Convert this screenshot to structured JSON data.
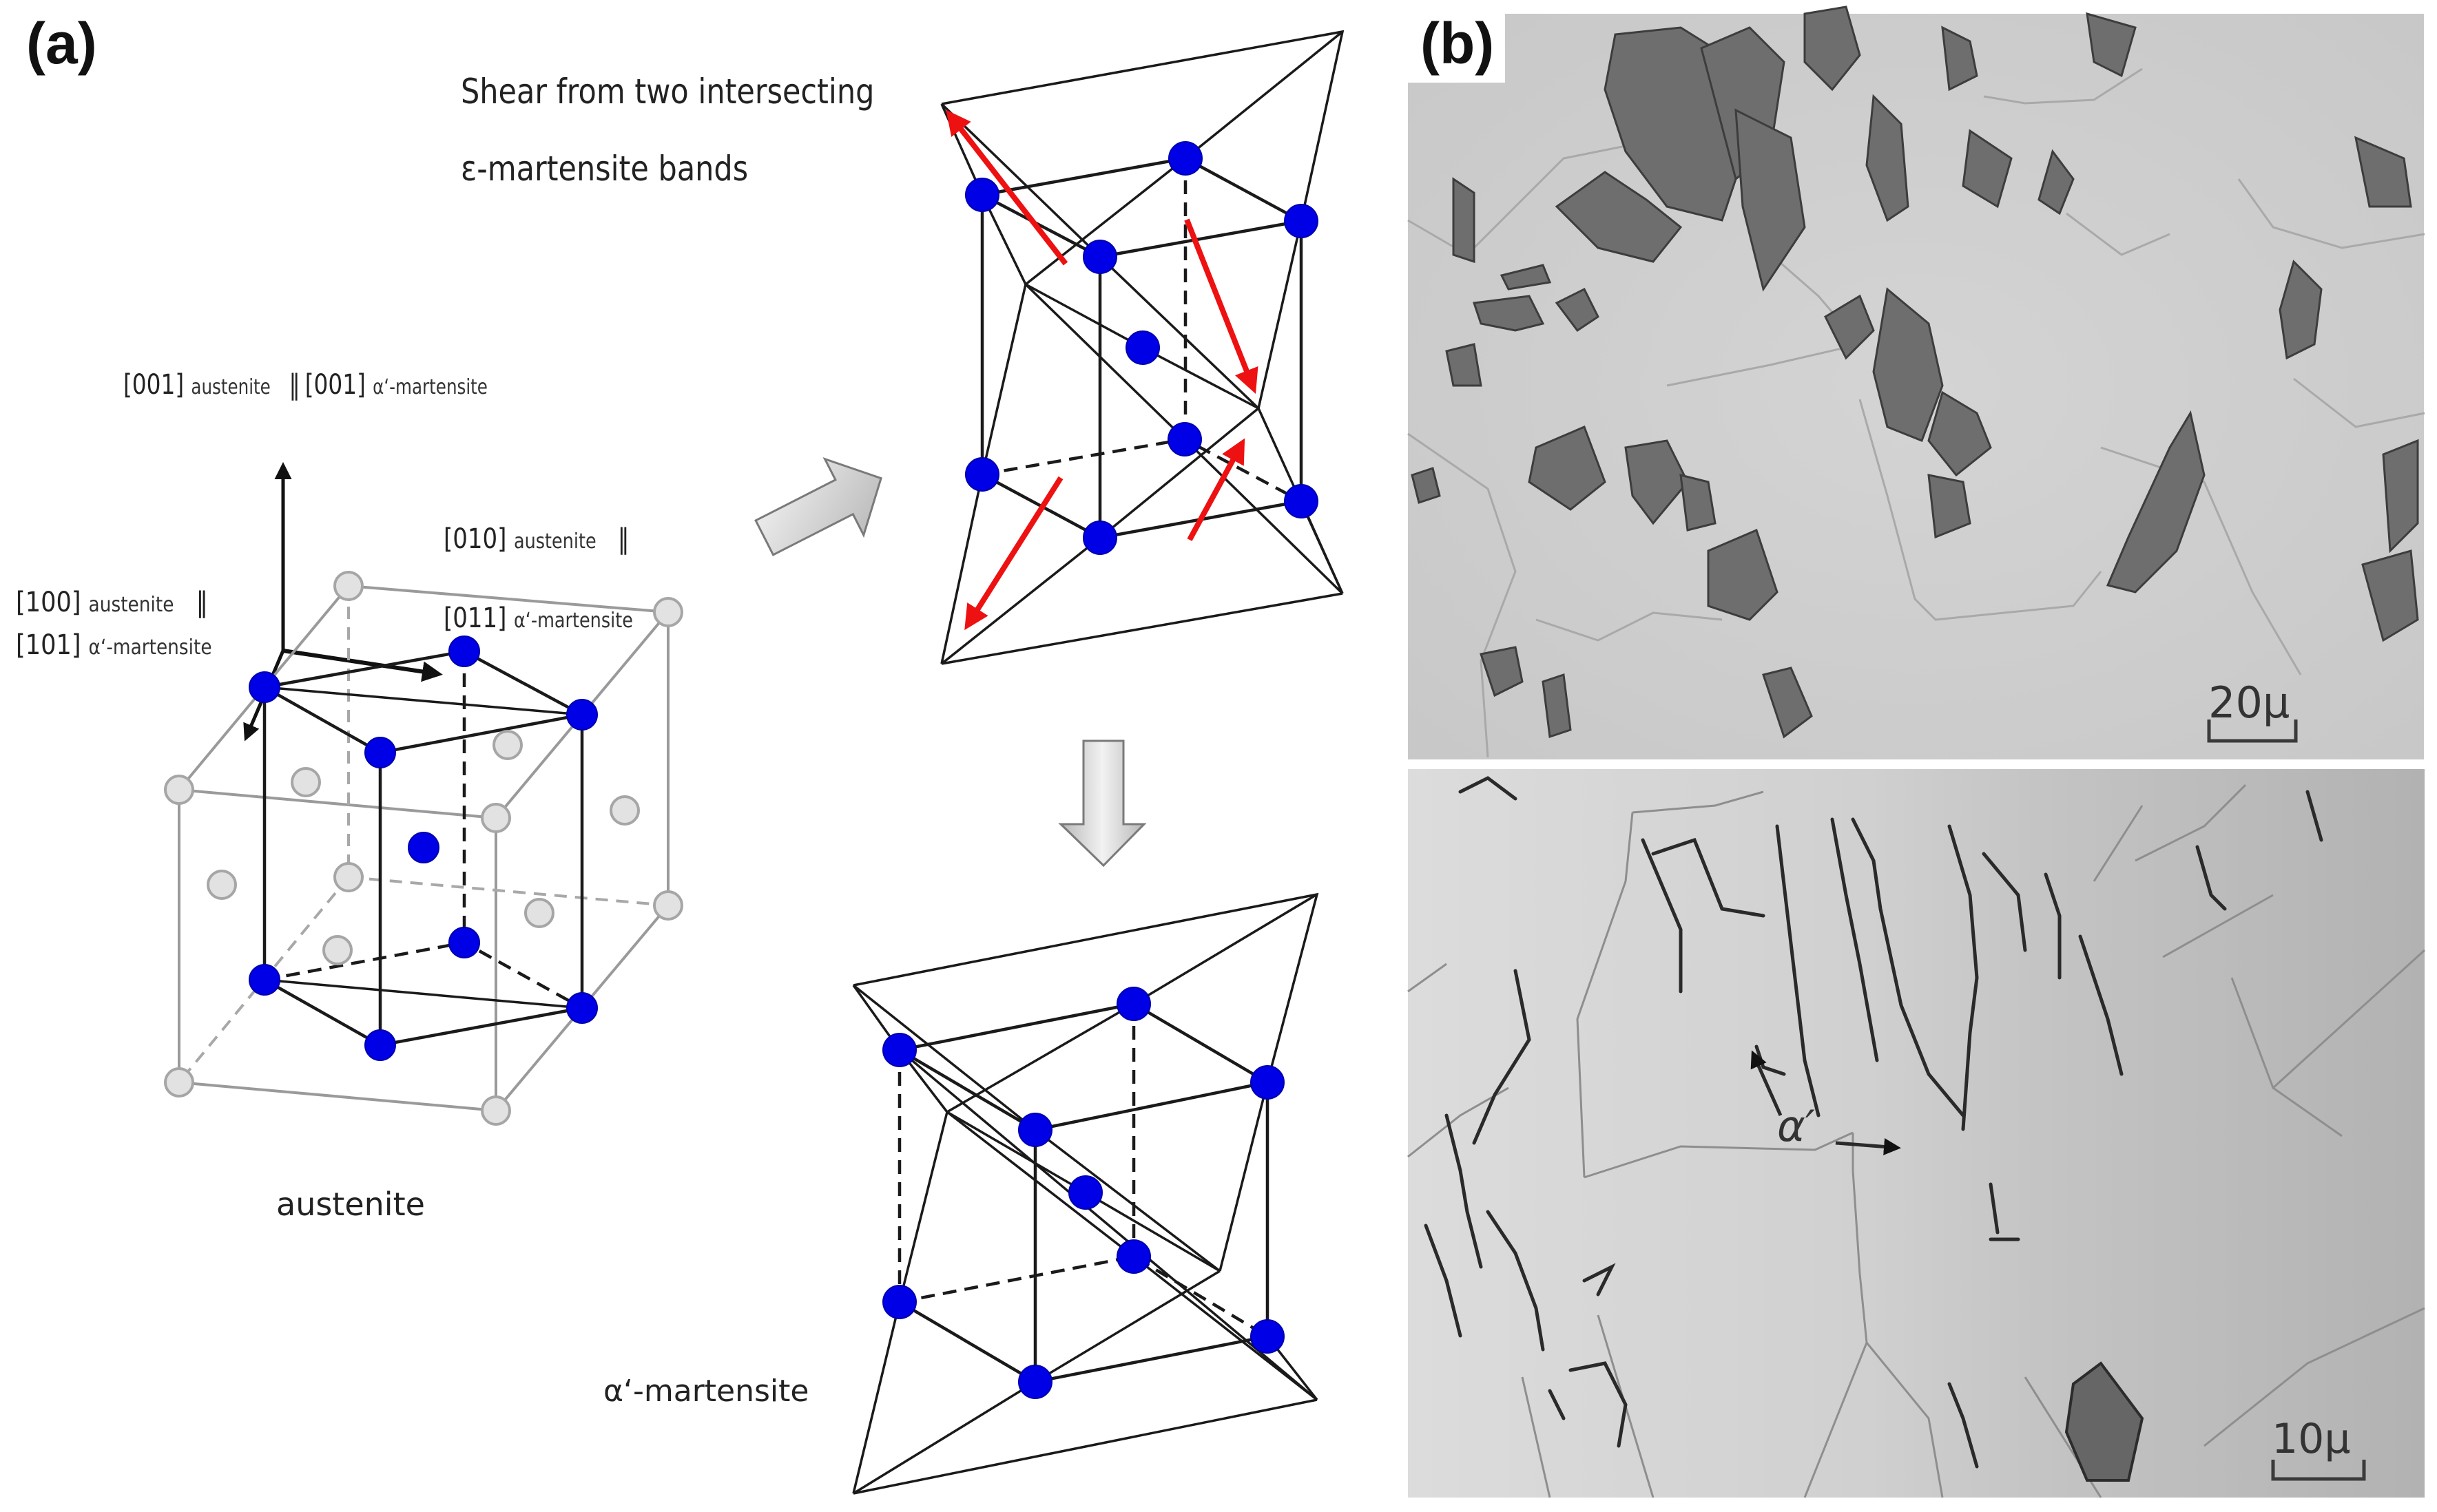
{
  "figure": {
    "panel_a": {
      "label": "(a)",
      "heading_line1": "Shear from two intersecting",
      "heading_line2": "ε-martensite bands",
      "axes": {
        "z": {
          "index": "[001]",
          "phase1": "austenite",
          "parallel": "‖",
          "index2": "[001]",
          "phase2": "α‘-martensite"
        },
        "y": {
          "index": "[010]",
          "phase1": "austenite",
          "parallel": "‖",
          "index2": "[011]",
          "phase2": "α‘-martensite"
        },
        "x": {
          "index": "[100]",
          "phase1": "austenite",
          "parallel": "‖",
          "index2": "[101]",
          "phase2": "α‘-martensite"
        }
      },
      "austenite_label": "austenite",
      "martensite_label": "α‘-martensite",
      "colors": {
        "blue_atom": "#0000e6",
        "gray_atom": "#e2e2e2",
        "shear_arrow": "#ee1111",
        "process_arrow": "#c8c8c8"
      }
    },
    "panel_b": {
      "label": "(b)",
      "top_micrograph": {
        "scale_bar": "20μ"
      },
      "bottom_micrograph": {
        "scale_bar": "10μ",
        "annotation": "α′"
      }
    }
  }
}
